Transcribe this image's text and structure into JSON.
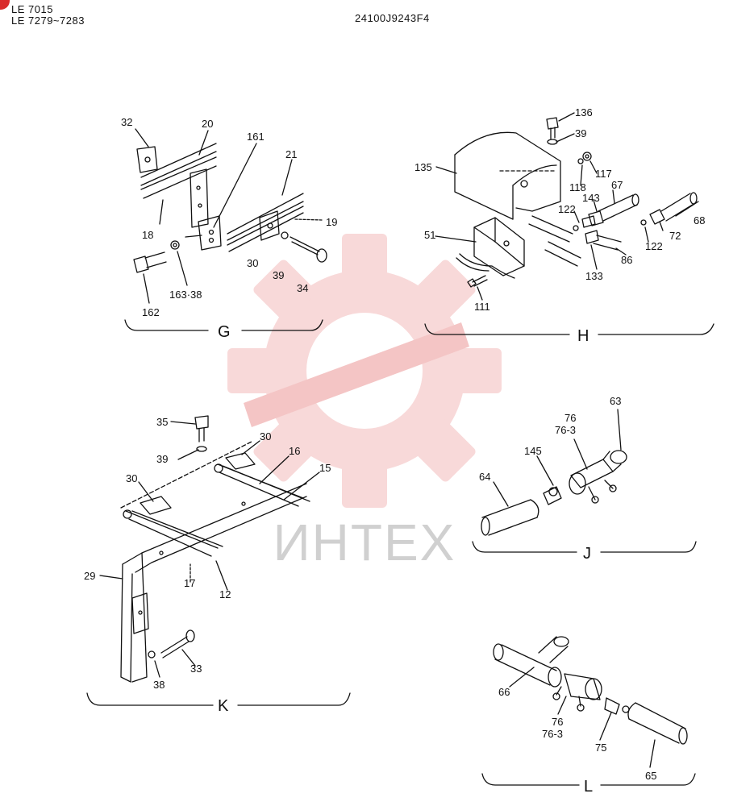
{
  "header": {
    "line1": "LE 7015",
    "line2": "LE 7279~7283",
    "code": "24100J9243F4"
  },
  "watermark": {
    "text": "ИНТЕХ",
    "color": "#f7d3d3"
  },
  "accent_color": "#d92b2b",
  "sections": {
    "G": {
      "title": "G",
      "labels": [
        "32",
        "20",
        "161",
        "21",
        "18",
        "19",
        "30",
        "39",
        "34",
        "162",
        "163·38"
      ]
    },
    "H": {
      "title": "H",
      "labels": [
        "136",
        "39",
        "135",
        "117",
        "118",
        "143",
        "67",
        "122",
        "68",
        "72",
        "51",
        "122",
        "86",
        "133",
        "111"
      ]
    },
    "J": {
      "title": "J",
      "labels": [
        "76",
        "76-3",
        "63",
        "145",
        "64"
      ]
    },
    "K": {
      "title": "K",
      "labels": [
        "35",
        "30",
        "39",
        "16",
        "15",
        "30",
        "29",
        "17",
        "12",
        "33",
        "38"
      ]
    },
    "L": {
      "title": "L",
      "labels": [
        "66",
        "76",
        "76-3",
        "75",
        "65"
      ]
    }
  }
}
